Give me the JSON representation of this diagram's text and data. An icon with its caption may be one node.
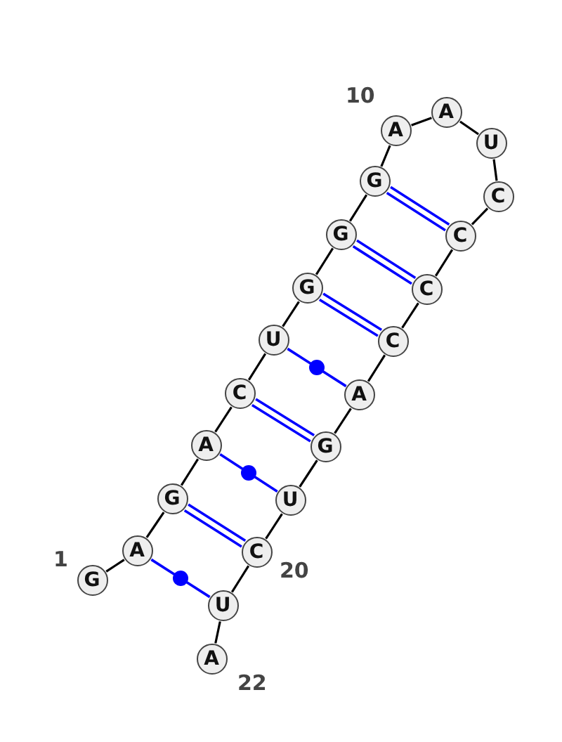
{
  "diagram": {
    "nodes": [
      {
        "text": [
          "G"
        ],
        "beside": [
          "1"
        ]
      },
      {
        "text": [
          "A"
        ]
      },
      {
        "text": [
          "G"
        ]
      },
      {
        "text": [
          "A"
        ]
      },
      {
        "text": [
          "C"
        ]
      },
      {
        "text": [
          "U"
        ]
      },
      {
        "text": [
          "G"
        ]
      },
      {
        "text": [
          "G"
        ]
      },
      {
        "text": [
          "G"
        ]
      },
      {
        "text": [
          "A"
        ],
        "beside": [
          "10"
        ]
      },
      {
        "text": [
          "A"
        ]
      },
      {
        "text": [
          "U"
        ]
      },
      {
        "text": [
          "C"
        ]
      },
      {
        "text": [
          "C"
        ]
      },
      {
        "text": [
          "C"
        ]
      },
      {
        "text": [
          "C"
        ]
      },
      {
        "text": [
          "A"
        ]
      },
      {
        "text": [
          "G"
        ]
      },
      {
        "text": [
          "U"
        ]
      },
      {
        "text": [
          "C"
        ],
        "beside": [
          "20"
        ]
      },
      {
        "text": [
          "U"
        ]
      },
      {
        "text": [
          "A"
        ],
        "beside": [
          "22"
        ]
      }
    ],
    "edges": [
      {
        "from": 0,
        "to": 1,
        "arrow": "none"
      },
      {
        "from": 1,
        "to": 2,
        "arrow": "none"
      },
      {
        "from": 2,
        "to": 3,
        "arrow": "none"
      },
      {
        "from": 3,
        "to": 4,
        "arrow": "none"
      },
      {
        "from": 4,
        "to": 5,
        "arrow": "none"
      },
      {
        "from": 5,
        "to": 6,
        "arrow": "none"
      },
      {
        "from": 6,
        "to": 7,
        "arrow": "none"
      },
      {
        "from": 7,
        "to": 8,
        "arrow": "none"
      },
      {
        "from": 8,
        "to": 9,
        "arrow": "none"
      },
      {
        "from": 9,
        "to": 10,
        "arrow": "none"
      },
      {
        "from": 10,
        "to": 11,
        "arrow": "none"
      },
      {
        "from": 11,
        "to": 12,
        "arrow": "none"
      },
      {
        "from": 12,
        "to": 13,
        "arrow": "none"
      },
      {
        "from": 13,
        "to": 14,
        "arrow": "none"
      },
      {
        "from": 14,
        "to": 15,
        "arrow": "none"
      },
      {
        "from": 15,
        "to": 16,
        "arrow": "none"
      },
      {
        "from": 16,
        "to": 17,
        "arrow": "none"
      },
      {
        "from": 17,
        "to": 18,
        "arrow": "none"
      },
      {
        "from": 18,
        "to": 19,
        "arrow": "none"
      },
      {
        "from": 19,
        "to": 20,
        "arrow": "none"
      },
      {
        "from": 20,
        "to": 21,
        "arrow": "none"
      },
      {
        "from": 1,
        "to": 20,
        "arrow": "none",
        "color": "#0000ff"
      },
      {
        "from": 2,
        "to": 19,
        "arrow": "none",
        "color": "#0000ff"
      },
      {
        "from": 3,
        "to": 18,
        "arrow": "none",
        "color": "#0000ff"
      },
      {
        "from": 4,
        "to": 17,
        "arrow": "none",
        "color": "#0000ff"
      },
      {
        "from": 5,
        "to": 16,
        "arrow": "none",
        "color": "#0000ff"
      },
      {
        "from": 6,
        "to": 15,
        "arrow": "none",
        "color": "#0000ff"
      },
      {
        "from": 7,
        "to": 14,
        "arrow": "none",
        "color": "#0000ff"
      },
      {
        "from": 8,
        "to": 13,
        "arrow": "none",
        "color": "#0000ff"
      }
    ]
  }
}
